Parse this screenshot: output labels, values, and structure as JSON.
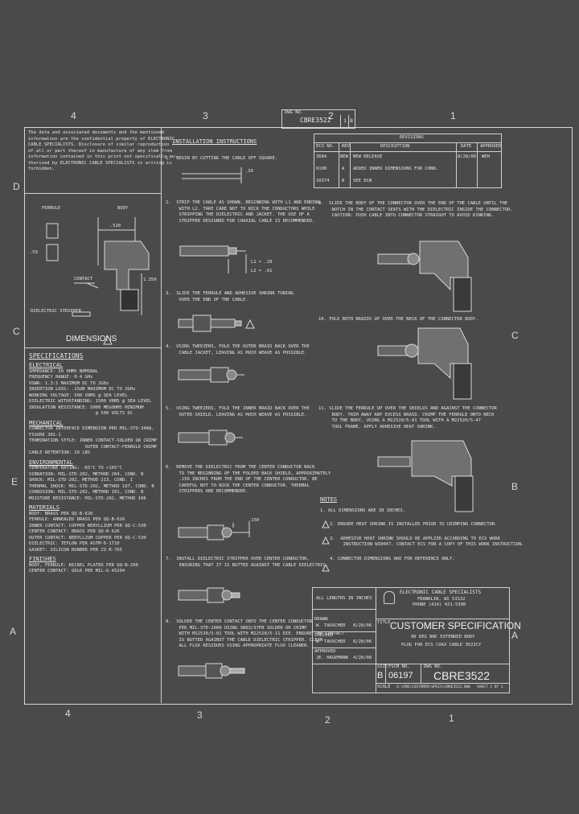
{
  "zones_top": [
    "4",
    "3",
    "2",
    "1"
  ],
  "zones_bottom": [
    "4",
    "3",
    "2",
    "1"
  ],
  "zones_left": [
    "D",
    "C",
    "E",
    "A"
  ],
  "zones_right": [
    "C",
    "B",
    "A"
  ],
  "title_tab": {
    "label": "DWG NO.",
    "number": "CBRE3522",
    "sheet": "1",
    "rev": "B"
  },
  "proprietary_notice": [
    "The data and associated documents and the mentioned",
    "information are the confidential property of ELECTRONIC",
    "CABLE SPECIALISTS. Disclosure of similar reproduction",
    "of all or part thereof in manufacture of any item from",
    "information contained in this print not specifically au-",
    "thorized by ELECTRONIC CABLE SPECIALISTS in writing is",
    "forbidden."
  ],
  "dimensions_panel": {
    "ferrule_label": "FERRULE",
    "body_label": "BODY",
    "dim1": ".520",
    "dim2": ".59",
    "dim3": "1.350",
    "contact_label": "CONTACT",
    "stripper_label": "DIELECTRIC STRIPPER",
    "title": "DIMENSIONS"
  },
  "specifications": {
    "title": "SPECIFICATIONS",
    "electrical_head": "ELECTRICAL",
    "electrical": [
      "IMPEDANCE:   50 OHMS NOMINAL",
      "FREQUENCY RANGE:   0-4 GHz",
      "VSWR:   1.3:1 MAXIMUM DC TO 2GHz",
      "INSERTION LOSS:   .15dB MAXIMUM DC TO 2GHz",
      "WORKING VOLTAGE:   500 VRMS @ SEA LEVEL",
      "DIELECTRIC WITHSTANDING:   1500 VRMS @ SEA LEVEL",
      "INSULATION RESISTANCE:   5000 MEGOHMS MINIMUM",
      "                         @ 500 VOLTS DC"
    ],
    "mechanical_head": "MECHANICAL",
    "mechanical": [
      "CONNECTOR INTERFACE DIMENSION PER MIL-STD-348A,",
      "FIGURE 301-1",
      "TERMINATION STYLE:   INNER CONTACT-SOLDER OR CRIMP",
      "                     OUTER CONTACT-FERRULE CRIMP",
      "CABLE RETENTION:   20 LBS"
    ],
    "environmental_head": "ENVIRONMENTAL",
    "environmental": [
      "TEMPERATURE RATING:   -65°C TO +165°C",
      "VIBRATION:   MIL-STD-202, METHOD 204, COND. B",
      "SHOCK:   MIL-STD-202, METHOD 213, COND. I",
      "THERMAL SHOCK:   MIL-STD-202, METHOD 107, COND. B",
      "CORROSION:   MIL-STD-202, METHOD 101, COND. B",
      "MOISTURE RESISTANCE:   MIL-STD-202, METHOD 106"
    ],
    "materials_head": "MATERIALS",
    "materials": [
      "BODY:   BRASS PER QQ-B-626",
      "FERRULE:   ANNEALED BRASS PER QQ-B-626",
      "INNER CONTACT:   COPPER BERYLLIUM PER QQ-C-530",
      "CENTER CONTACT:   BRASS PER QQ-B-626",
      "OUTER CONTACT:   BERYLLIUM COPPER PER QQ-C-530",
      "DIELECTRIC:   TEFLON PER ASTM-D-1710",
      "GASKET:   SILICON RUBBER PER ZZ-R-765"
    ],
    "finishes_head": "FINISHES",
    "finishes": [
      "BODY, FERRULE:   NICKEL PLATED PER QQ-N-290",
      "CENTER CONTACT:   GOLD PER MIL-G-45204"
    ]
  },
  "installation": {
    "title": "INSTALLATION INSTRUCTIONS",
    "steps": [
      "1.  BEGIN BY CUTTING THE CABLE OFF SQUARE.",
      "2.  STRIP THE CABLE AS SHOWN, BEGINNING WITH L1 AND ENDING\n     WITH L2. TAKE CARE NOT TO NICK THE CONDUCTORS WHILE\n     STRIPPING THE DIELECTRIC AND JACKET. THE USE OF A\n     STRIPPER DESIGNED FOR COAXIAL CABLE IS RECOMMENDED.",
      "3.  SLIDE THE FERRULE AND ADHESIVE SHRINK TUBING\n     OVER THE END OF THE CABLE.",
      "4.  USING TWEEZERS, FOLD THE OUTER BRAID BACK OVER THE\n     CABLE JACKET, LEAVING AS MUCH WEAVE AS POSSIBLE.",
      "5.  USING TWEEZERS, FOLD THE INNER BRAID BACK OVER THE\n     OUTER SHIELD, LEAVING AS MUCH WEAVE AS POSSIBLE.",
      "6.  REMOVE THE DIELECTRIC FROM THE CENTER CONDUCTOR BACK\n     TO THE BEGINNING OF THE FOLDED BACK SHIELD, APPROXIMATELY\n     .150 INCHES FROM THE END OF THE CENTER CONDUCTOR. BE\n     CAREFUL NOT TO NICK THE CENTER CONDUCTOR. THERMAL\n     STRIPPERS ARE RECOMMENDED.",
      "7.  INSTALL DIELECTRIC STRIPPER OVER CENTER CONDUCTOR,\n     ENSURING THAT IT IS BUTTED AGAINST THE CABLE DIELECTRIC.",
      "8.  SOLDER THE CENTER CONTACT ONTO THE CENTER CONDUCTOR\n     PER MIL-STD-2000 USING SN63/37PB SOLDER OR CRIMP\n     WITH M22520/5-01 TOOL WITH M22520/5-11 DIE. ENSURE THE CONTACT\n     IS BUTTED AGAINST THE CABLE DIELECTRIC STRIPPER. CLEAN\n     ALL FLUX RESIDUES USING APPROPRIATE FLUX CLEANER.",
      "9.  SLIDE THE BODY OF THE CONNECTOR OVER THE END OF THE CABLE UNTIL THE\n     NOTCH IN THE CONTACT SEATS WITH THE DIELECTRIC INSIDE THE CONNECTOR.\n     CAUTION: PUSH CABLE INTO CONNECTOR STRAIGHT TO AVOID KINKING.",
      "10. FOLD BOTH BRAIDS UP OVER THE NECK OF THE CONNECTOR BODY.",
      "11. SLIDE THE FERRULE UP OVER THE SHIELDS AND AGAINST THE CONNECTOR\n     BODY. TRIM AWAY ANY EXCESS BRAID. CRIMP THE FERRULE ONTO NECK\n     TO THE BODY, USING A M22520/5-01 TOOL WITH A M22520/5-47\n     TOOL FRAME. APPLY ADHESIVE HEAT SHRINK."
    ],
    "l1": "L1 = .29",
    "l2": "L2 = .61",
    "dim_150": ".150",
    "dim_30": ".30"
  },
  "revisions": {
    "title": "REVISIONS",
    "headers": [
      "ECO NO.",
      "REV",
      "DESCRIPTION",
      "DATE",
      "APPROVED"
    ],
    "rows": [
      [
        "3684",
        "NEW",
        "NEW RELEASE",
        "8/28/06",
        "WEH"
      ],
      [
        "6100",
        "A",
        "ADDED INNER DIMENSIONS FOR CONN.",
        "",
        ""
      ],
      [
        "10374",
        "B",
        "SEE ECN",
        "",
        ""
      ]
    ]
  },
  "notes": {
    "title": "NOTES",
    "items": [
      "1.  ALL DIMENSIONS ARE IN INCHES.",
      "2.  ENSURE HEAT SHRINK IS INSTALLED PRIOR TO CRIMPING CONNECTOR.",
      "3.  ADHESIVE HEAT SHRINK SHOULD BE APPLIED ACCORDING TO ECS WORK\n     INSTRUCTION WI0047. CONTACT ECS FOR A COPY OF THIS WORK INSTRUCTION.",
      "4.  CONNECTOR DIMENSIONS ARE FOR REFERENCE ONLY."
    ]
  },
  "title_block": {
    "units_note": "ALL LENGTHS IN INCHES",
    "company": "ELECTRONIC CABLE SPECIALISTS",
    "company_addr1": "FRANKLIN, WI 53132",
    "company_addr2": "PHONE (414) 421-5300",
    "drawn_label": "DRAWN",
    "drawn_by": "W. TAUSCHER",
    "drawn_date": "8/28/06",
    "checked_label": "CHECKED",
    "checked_by": "W. TAUSCHER",
    "checked_date": "8/28/06",
    "approved_label": "APPROVED",
    "approved_by": "JE. HAGEMANN",
    "approved_date": "4/28/08",
    "title_label": "TITLE",
    "title": "CUSTOMER SPECIFICATION",
    "subtitle1": "90 DEG BNC EXTENDED BODY",
    "subtitle2": "PLUG FOR ECS COAX CABLE 3522CY",
    "size_label": "SIZE",
    "size": "B",
    "fscm_label": "FSCM NO.",
    "fscm": "06197",
    "dwg_label": "DWG NO.",
    "dwg_no": "CBRE3522",
    "scale_label": "SCALE",
    "sheet_label": "SHEET 1 OF 1",
    "file_path": "S:\\ENG\\CUSTOMER\\SPECS\\CBRE3522.DWG"
  }
}
